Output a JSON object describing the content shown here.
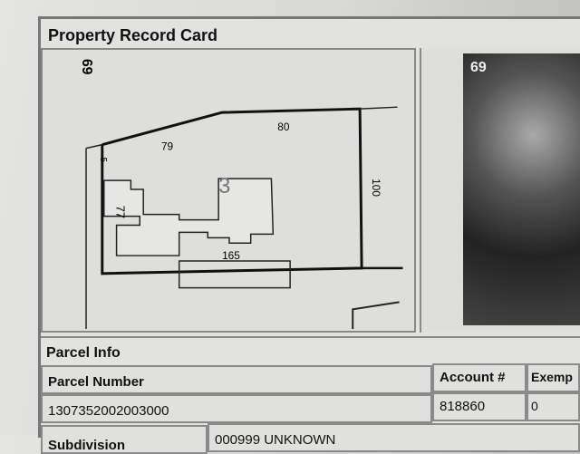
{
  "card": {
    "title": "Property Record Card"
  },
  "sketch": {
    "rotated_label": "69",
    "dimensions": [
      "80",
      "79",
      "5",
      "100",
      "77",
      "165"
    ],
    "building_label": "3"
  },
  "aerial": {
    "rotated_label": "69"
  },
  "parcel_info": {
    "heading": "Parcel Info",
    "headers": {
      "parcel_number": "Parcel Number",
      "account": "Account #",
      "exempt": "Exemp"
    },
    "values": {
      "parcel_number": "1307352002003000",
      "account": "818860",
      "exempt": "0"
    },
    "subdivision_label": "Subdivision",
    "subdivision_value": "000999 UNKNOWN"
  }
}
